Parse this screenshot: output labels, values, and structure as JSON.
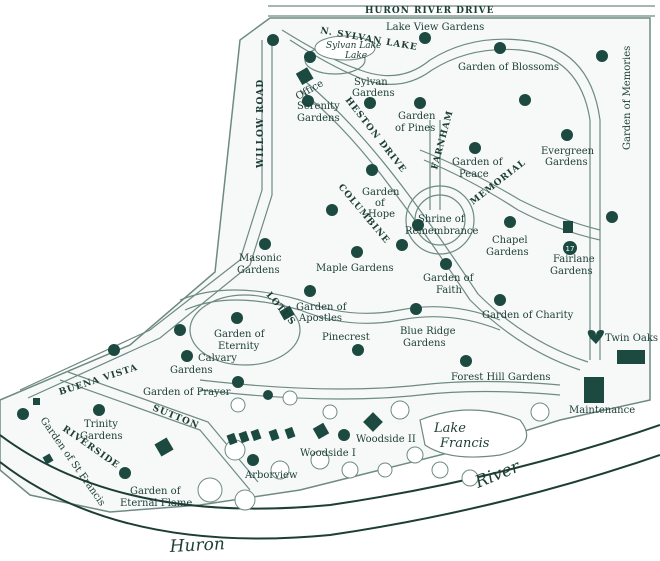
{
  "map": {
    "roads": {
      "huron_river_drive": "HURON RIVER DRIVE",
      "willow_road": "WILLOW ROAD",
      "n_sylvan_lake": "N. SYLVAN LAKE",
      "heston_drive": "HESTON DRIVE",
      "farnham": "FARNHAM",
      "memorial": "MEMORIAL",
      "columbine": "COLUMBINE",
      "lotus": "LOTUS",
      "buena_vista": "BUENA VISTA",
      "sutton": "SUTTON",
      "riverside": "RIVERSIDE"
    },
    "water": {
      "sylvan_lake": "Sylvan Lake",
      "lake_francis": "Lake Francis",
      "huron": "Huron",
      "river": "River"
    },
    "gardens": {
      "lake_view": "Lake View Gardens",
      "blossoms": "Garden of Blossoms",
      "memories": "Garden of Memories",
      "office": "Office",
      "serenity": "Serenity Gardens",
      "sylvan": "Sylvan Gardens",
      "pines": "Garden of Pines",
      "evergreen": "Evergreen Gardens",
      "peace": "Garden of Peace",
      "hope": "Garden of Hope",
      "shrine": "Shrine of Remembrance",
      "chapel": "Chapel Gardens",
      "fairlane": "Fairlane Gardens",
      "fairlane_number": "17",
      "masonic": "Masonic Gardens",
      "maple": "Maple Gardens",
      "faith": "Garden of Faith",
      "charity": "Garden of Charity",
      "twin_oaks": "Twin Oaks",
      "apostles": "Garden of Apostles",
      "eternity": "Garden of Eternity",
      "pinecrest": "Pinecrest",
      "blue_ridge": "Blue Ridge Gardens",
      "forest_hill": "Forest Hill Gardens",
      "calvary": "Calvary Gardens",
      "prayer": "Garden of Prayer",
      "trinity": "Trinity Gardens",
      "st_francis": "Garden of St Francis",
      "maintenance": "Maintenance",
      "woodside_ii": "Woodside II",
      "woodside_i": "Woodside I",
      "arborview": "Arborview",
      "eternal_flame": "Garden of Eternal Flame"
    },
    "colors": {
      "ink": "#1d3d35",
      "fill": "#1d4a40",
      "road_fill": "#e9efed"
    }
  }
}
